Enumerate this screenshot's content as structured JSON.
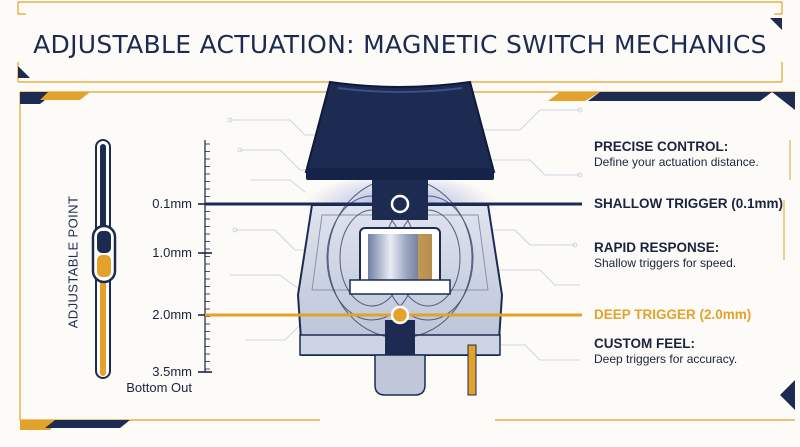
{
  "title": "ADJUSTABLE ACTUATION: MAGNETIC SWITCH MECHANICS",
  "slider_label": "ADJUSTABLE POINT",
  "scale": {
    "ticks": [
      {
        "value_mm": 0.1,
        "label": "0.1mm"
      },
      {
        "value_mm": 1.0,
        "label": "1.0mm"
      },
      {
        "value_mm": 2.0,
        "label": "2.0mm"
      },
      {
        "value_mm": 3.5,
        "label": "3.5mm"
      }
    ],
    "bottom_label": "Bottom Out"
  },
  "callouts": {
    "precise_control": {
      "heading": "PRECISE CONTROL:",
      "text": "Define your actuation distance."
    },
    "shallow_trigger": {
      "label": "SHALLOW TRIGGER (0.1mm)"
    },
    "rapid_response": {
      "heading": "RAPID RESPONSE:",
      "text": "Shallow triggers for speed."
    },
    "deep_trigger": {
      "label": "DEEP TRIGGER (2.0mm)"
    },
    "custom_feel": {
      "heading": "CUSTOM FEEL:",
      "text": "Deep triggers for accuracy."
    }
  },
  "colors": {
    "navy": "#1d2b52",
    "amber": "#e2a22b",
    "background": "#fcfbf8"
  }
}
